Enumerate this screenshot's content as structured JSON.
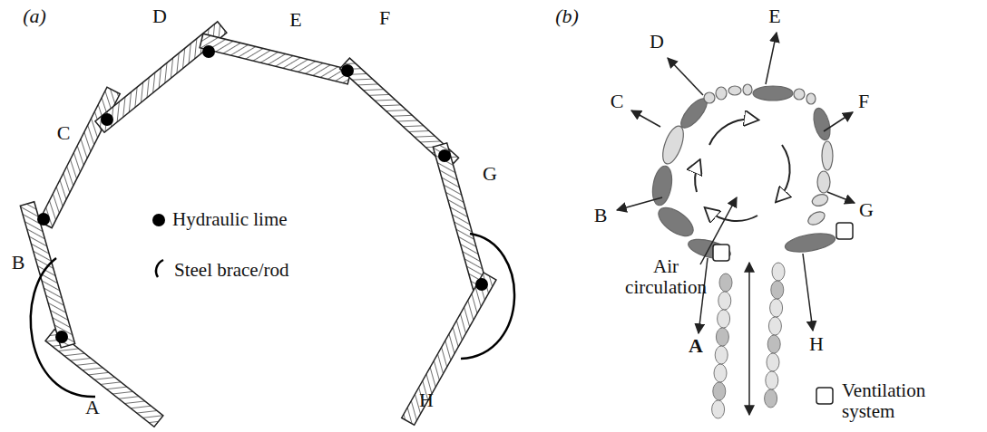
{
  "diagram": {
    "labels": [
      "(a)",
      "A",
      "B",
      "C",
      "D",
      "E",
      "F",
      "G",
      "H",
      "(b)",
      "D",
      "E",
      "C",
      "F",
      "B",
      "G",
      "Air circulation",
      "A",
      "H"
    ],
    "legend": [
      {
        "text": "Hydraulic lime"
      },
      {
        "text": "Steel brace/rod"
      },
      {
        "text": "Ventilation system"
      }
    ]
  }
}
